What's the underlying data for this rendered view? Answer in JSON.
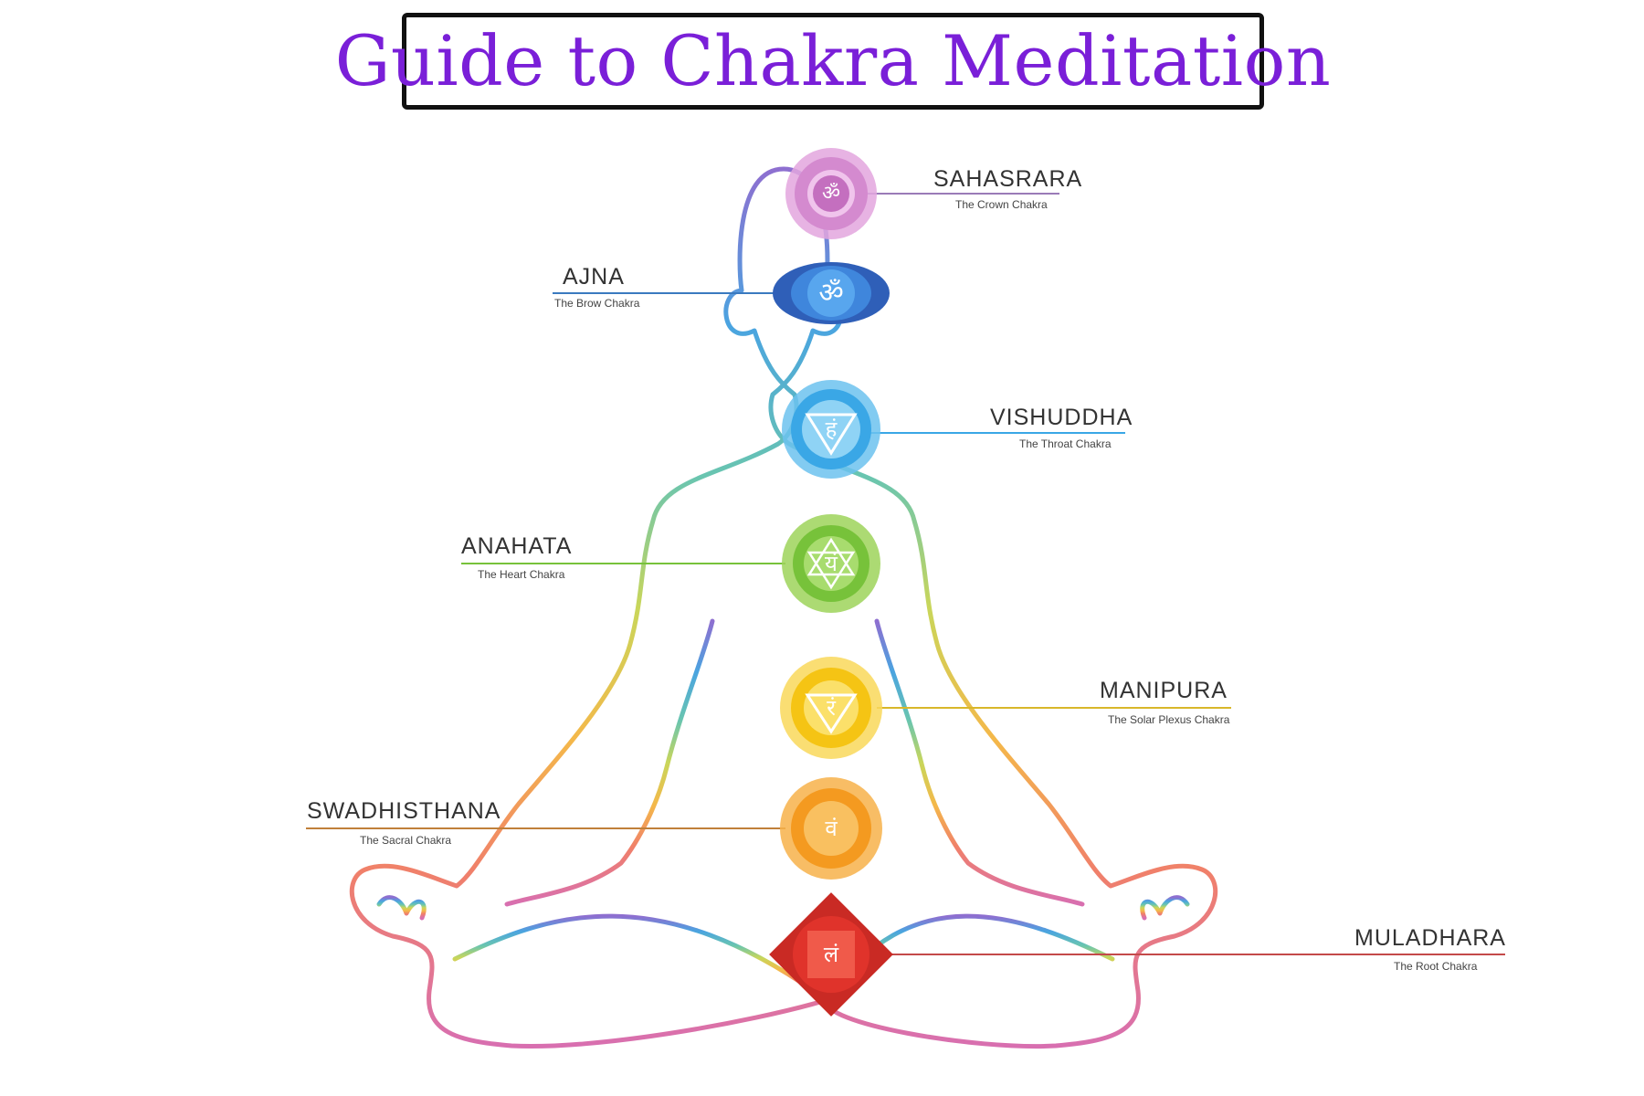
{
  "title": "Guide to Chakra Meditation",
  "colors": {
    "title": "#7a1fd8",
    "sahasrara": "#c77dc9",
    "ajna": "#2f6fd0",
    "vishuddha": "#3aa7e6",
    "anahata": "#77c23a",
    "manipura": "#f5c414",
    "swadhisthana": "#f49a20",
    "muladhara": "#e0332b"
  },
  "chakras": [
    {
      "name": "SAHASRARA",
      "subtitle": "The Crown Chakra",
      "symbol": "ॐ",
      "color": "#c77dc9"
    },
    {
      "name": "AJNA",
      "subtitle": "The Brow Chakra",
      "symbol": "ॐ",
      "color": "#2f6fd0"
    },
    {
      "name": "VISHUDDHA",
      "subtitle": "The Throat Chakra",
      "symbol": "हं",
      "color": "#3aa7e6"
    },
    {
      "name": "ANAHATA",
      "subtitle": "The Heart Chakra",
      "symbol": "यं",
      "color": "#77c23a"
    },
    {
      "name": "MANIPURA",
      "subtitle": "The Solar Plexus Chakra",
      "symbol": "रं",
      "color": "#f5c414"
    },
    {
      "name": "SWADHISTHANA",
      "subtitle": "The Sacral Chakra",
      "symbol": "वं",
      "color": "#f49a20"
    },
    {
      "name": "MULADHARA",
      "subtitle": "The Root Chakra",
      "symbol": "लं",
      "color": "#e0332b"
    }
  ]
}
